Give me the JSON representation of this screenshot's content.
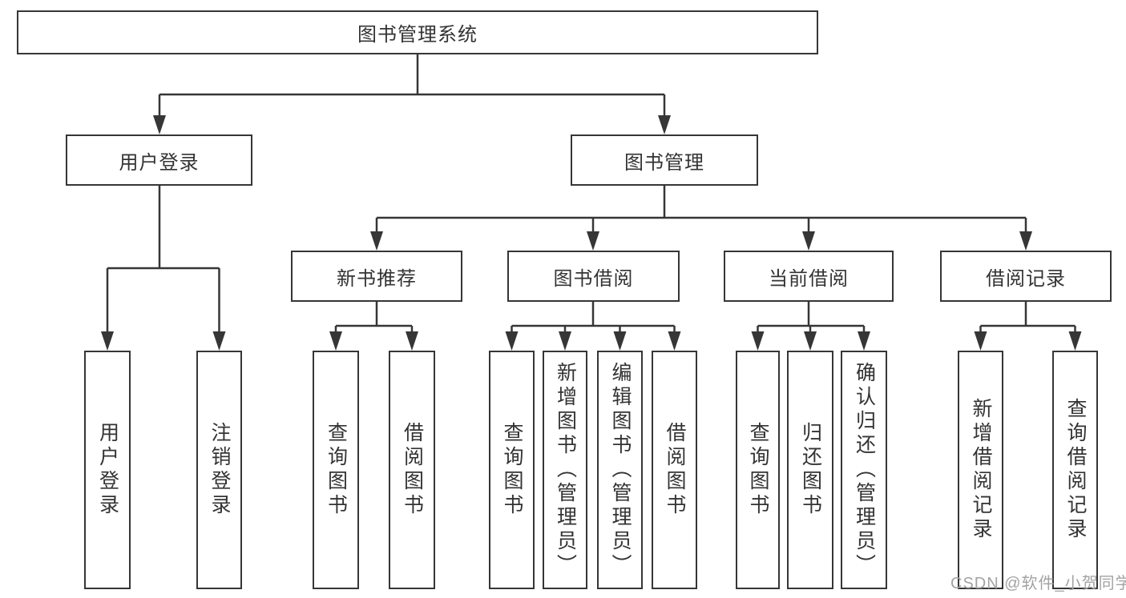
{
  "tree": {
    "root": {
      "label": "图书管理系统"
    },
    "branches": [
      {
        "label": "用户登录",
        "children": [
          {
            "label": "用户登录"
          },
          {
            "label": "注销登录"
          }
        ]
      },
      {
        "label": "图书管理",
        "children": [
          {
            "label": "新书推荐",
            "children": [
              {
                "label": "查询图书"
              },
              {
                "label": "借阅图书"
              }
            ]
          },
          {
            "label": "图书借阅",
            "children": [
              {
                "label": "查询图书"
              },
              {
                "label": "新增图书（管理员）"
              },
              {
                "label": "编辑图书（管理员）"
              },
              {
                "label": "借阅图书"
              }
            ]
          },
          {
            "label": "当前借阅",
            "children": [
              {
                "label": "查询图书"
              },
              {
                "label": "归还图书"
              },
              {
                "label": "确认归还（管理员）"
              }
            ]
          },
          {
            "label": "借阅记录",
            "children": [
              {
                "label": "新增借阅记录"
              },
              {
                "label": "查询借阅记录"
              }
            ]
          }
        ]
      }
    ]
  },
  "watermark": {
    "text": "CSDN @软件_小贺同学"
  },
  "colors": {
    "line": "#363636",
    "text": "#333333",
    "background": "#ffffff",
    "watermark": "#a3a3a3"
  }
}
